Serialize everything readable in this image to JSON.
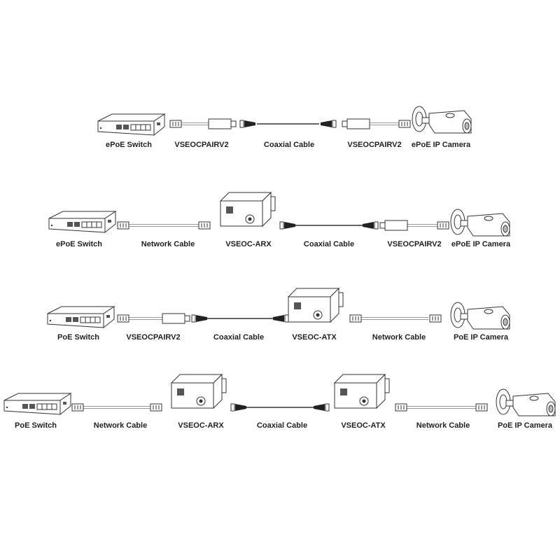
{
  "rows": [
    {
      "labels": [
        "ePoE Switch",
        "VSEOCPAIRV2",
        "Coaxial Cable",
        "VSEOCPAIRV2",
        "ePoE IP Camera"
      ]
    },
    {
      "labels": [
        "ePoE Switch",
        "Network Cable",
        "VSEOC-ARX",
        "Coaxial Cable",
        "VSEOCPAIRV2",
        "ePoE IP Camera"
      ]
    },
    {
      "labels": [
        "PoE Switch",
        "VSEOCPAIRV2",
        "Coaxial Cable",
        "VSEOC-ATX",
        "Network Cable",
        "PoE IP Camera"
      ]
    },
    {
      "labels": [
        "PoE Switch",
        "Network Cable",
        "VSEOC-ARX",
        "Coaxial Cable",
        "VSEOC-ATX",
        "Network Cable",
        "PoE IP Camera"
      ]
    }
  ],
  "colors": {
    "line": "#333333",
    "cable": "#999999",
    "connector": "#222222"
  }
}
